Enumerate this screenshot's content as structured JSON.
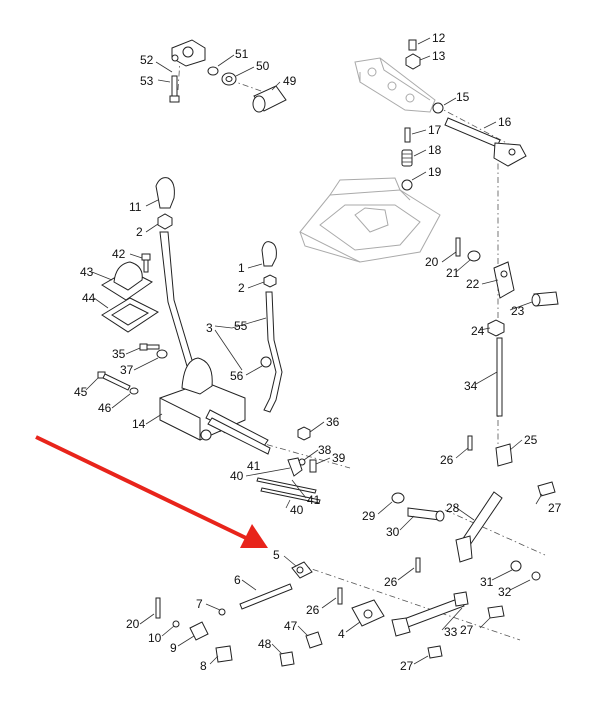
{
  "labels": {
    "l1": "1",
    "l2a": "2",
    "l2b": "2",
    "l3": "3",
    "l4": "4",
    "l5": "5",
    "l6": "6",
    "l7": "7",
    "l8": "8",
    "l9": "9",
    "l10": "10",
    "l11": "11",
    "l12": "12",
    "l13": "13",
    "l14": "14",
    "l15": "15",
    "l16": "16",
    "l17": "17",
    "l18": "18",
    "l19": "19",
    "l20a": "20",
    "l20b": "20",
    "l21": "21",
    "l22": "22",
    "l23": "23",
    "l24": "24",
    "l25": "25",
    "l26a": "26",
    "l26b": "26",
    "l26c": "26",
    "l27a": "27",
    "l27b": "27",
    "l27c": "27",
    "l28": "28",
    "l29": "29",
    "l30": "30",
    "l31": "31",
    "l32": "32",
    "l33": "33",
    "l34": "34",
    "l35": "35",
    "l36": "36",
    "l37": "37",
    "l38": "38",
    "l39": "39",
    "l40a": "40",
    "l40b": "40",
    "l41a": "41",
    "l41b": "41",
    "l42": "42",
    "l43": "43",
    "l44": "44",
    "l45": "45",
    "l46": "46",
    "l47": "47",
    "l48": "48",
    "l49": "49",
    "l50": "50",
    "l51": "51",
    "l52": "52",
    "l53": "53",
    "l55": "55",
    "l56": "56"
  },
  "colors": {
    "arrow": "#e8241b",
    "line": "#222222",
    "ghost": "#aaaaaa"
  },
  "highlight": {
    "target_part": "5"
  }
}
